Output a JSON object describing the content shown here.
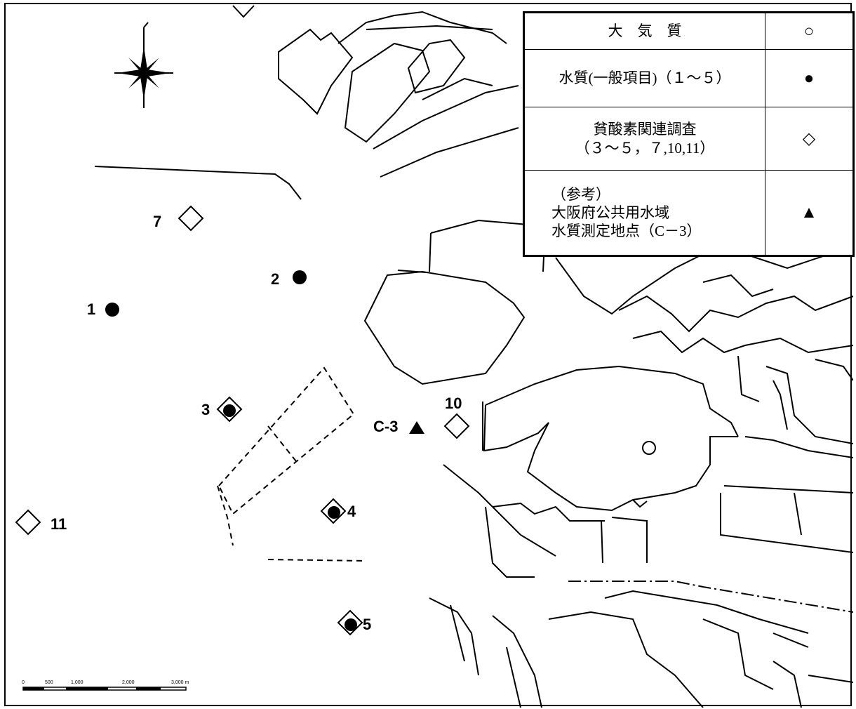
{
  "legend": [
    {
      "label": "大　気　質",
      "symbol": "○",
      "symbol_icon": "open-circle-icon"
    },
    {
      "label": "水質(一般項目)（１～５）",
      "symbol": "●",
      "symbol_icon": "filled-circle-icon"
    },
    {
      "label_lines": [
        "貧酸素関連調査",
        "（３～５，７,10,11）"
      ],
      "symbol": "◇",
      "symbol_icon": "open-diamond-icon"
    },
    {
      "label_lines": [
        "（参考）",
        "大阪府公共用水域",
        "水質測定地点（C－3）"
      ],
      "symbol": "▲",
      "symbol_icon": "filled-triangle-icon"
    }
  ],
  "stations": {
    "s1": "1",
    "s2": "2",
    "s3": "3",
    "s4": "4",
    "s5": "5",
    "s7": "7",
    "s10": "10",
    "s11": "11",
    "c3": "C-3"
  },
  "scale_bar": {
    "ticks": [
      "0",
      "500",
      "1,000",
      "2,000",
      "3,000 m"
    ]
  }
}
